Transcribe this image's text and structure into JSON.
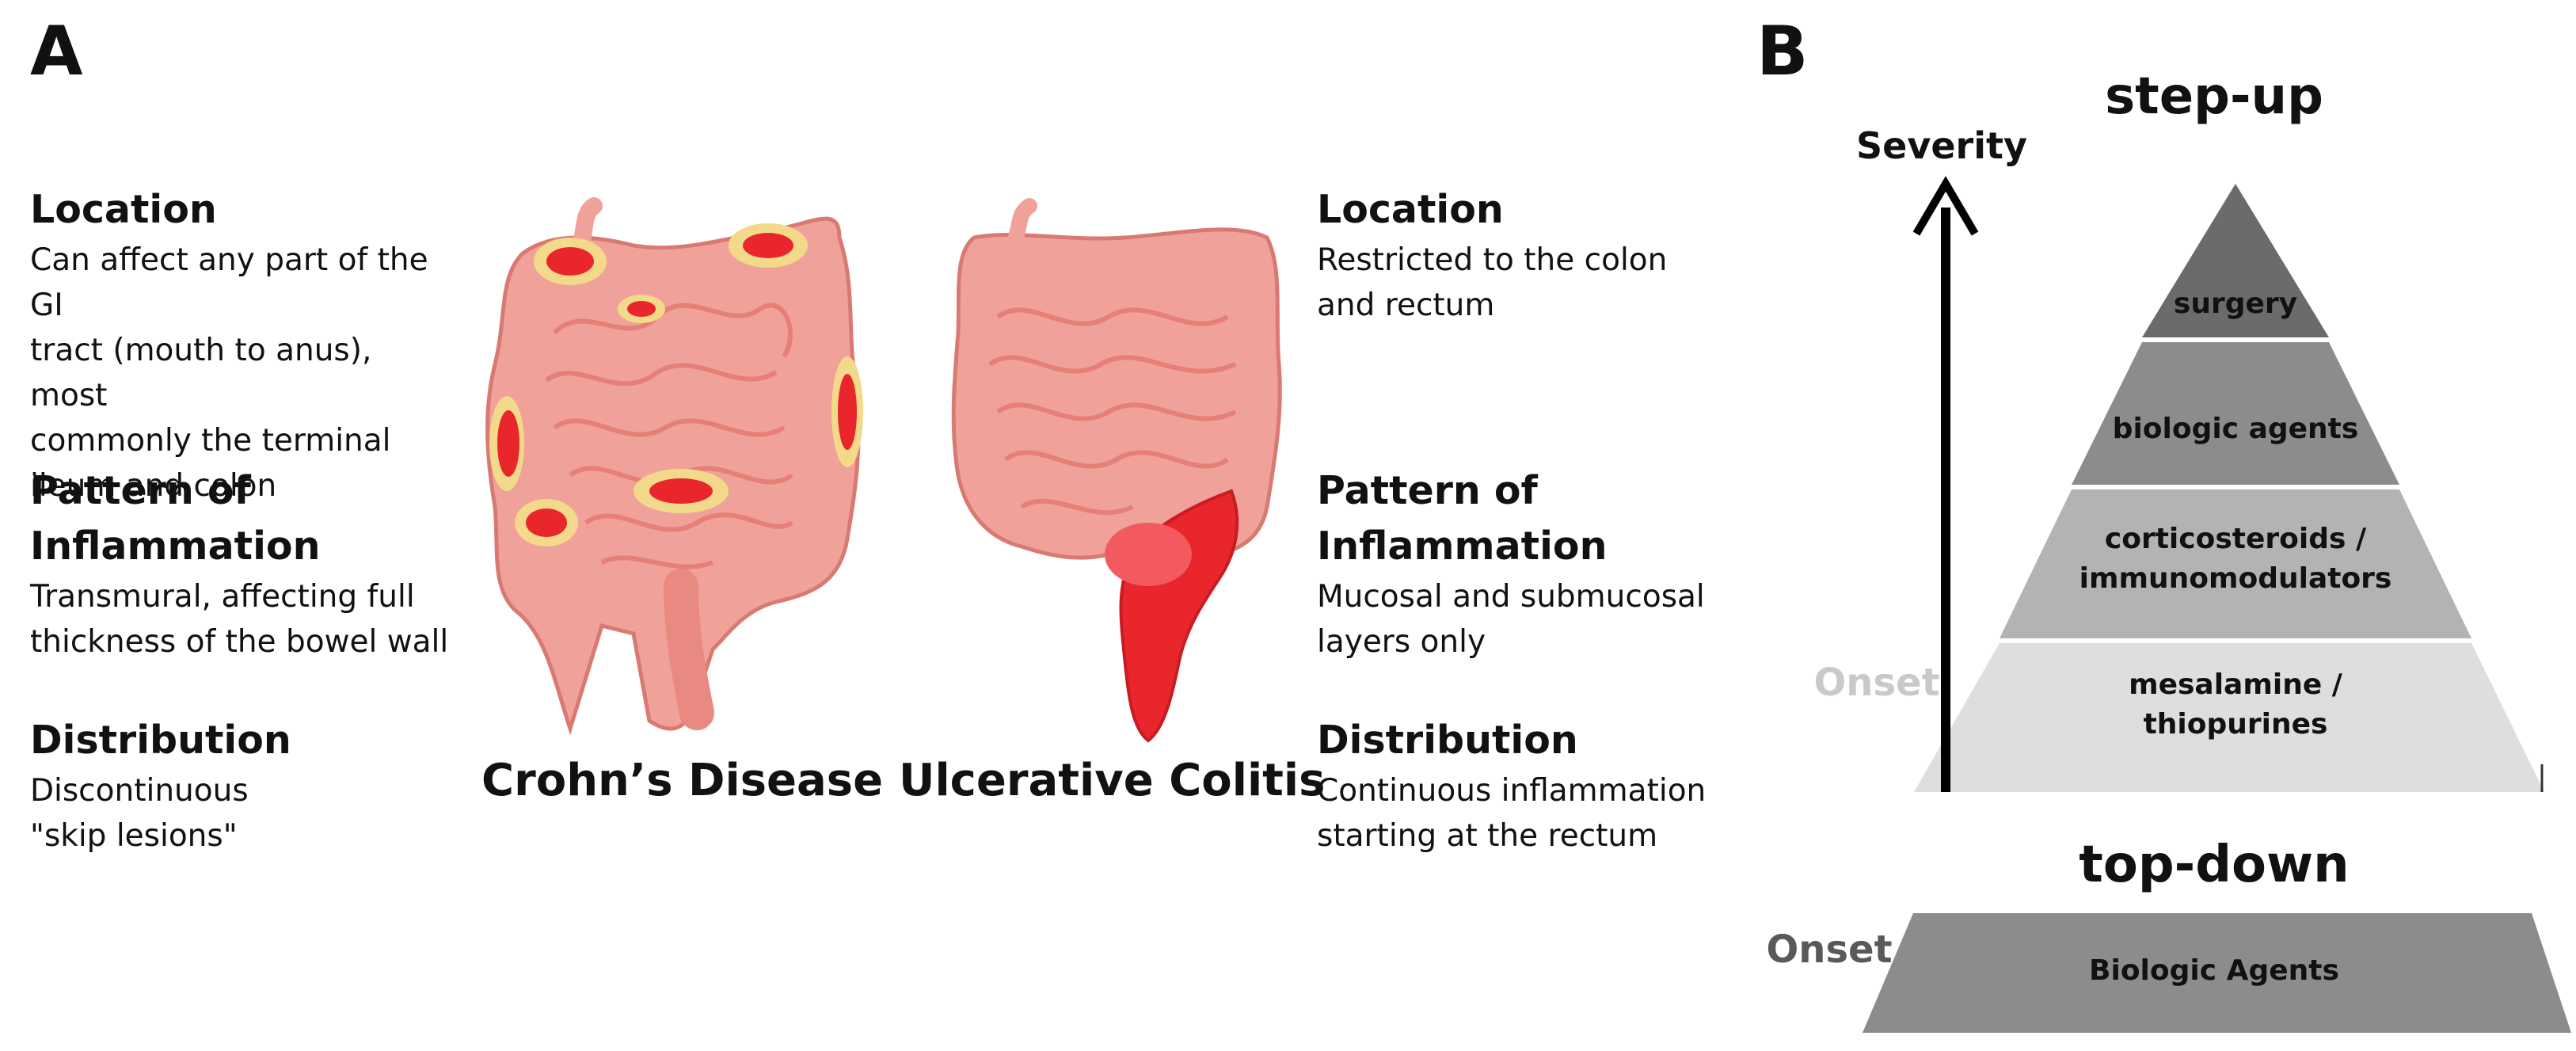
{
  "panel_a": {
    "letter": "A",
    "crohns": {
      "label": "Crohn’s Disease",
      "location_heading": "Location",
      "location_text": [
        "Can affect any part of the GI",
        "tract (mouth to anus), most",
        "commonly the terminal",
        "ileum and colon"
      ],
      "pattern_heading": [
        "Pattern of",
        "Inflammation"
      ],
      "pattern_text": [
        "Transmural, affecting full",
        "thickness of the bowel wall"
      ],
      "distribution_heading": "Distribution",
      "distribution_text": [
        "Discontinuous",
        "\"skip lesions\""
      ]
    },
    "uc": {
      "label": "Ulcerative Colitis",
      "location_heading": "Location",
      "location_text": [
        "Restricted to the colon",
        "and rectum"
      ],
      "pattern_heading": [
        "Pattern of",
        "Inflammation"
      ],
      "pattern_text": [
        "Mucosal and submucosal",
        "layers only"
      ],
      "distribution_heading": "Distribution",
      "distribution_text": [
        "Continuous inflammation",
        "starting at the rectum"
      ]
    },
    "colors": {
      "inflamed": "#e8262b",
      "lesion": "#f3d98a",
      "bowel": "#f0a29a",
      "bowel_dark": "#d97a72"
    }
  },
  "panel_b": {
    "letter": "B",
    "step_up": {
      "title": "step-up",
      "axis_label": "Severity",
      "onset_label": "Onset",
      "tiers": [
        {
          "line1": "surgery",
          "line2": "",
          "color": "#6b6b6b"
        },
        {
          "line1": "biologic agents",
          "line2": "",
          "color": "#8c8c8c"
        },
        {
          "line1": "corticosteroids /",
          "line2": "immunomodulators",
          "color": "#b3b3b3"
        },
        {
          "line1": "mesalamine /",
          "line2": "thiopurines",
          "color": "#dedede"
        }
      ]
    },
    "top_down": {
      "title": "top-down",
      "onset_label": "Onset",
      "tier_label": "Biologic Agents",
      "color": "#8c8c8c"
    }
  }
}
